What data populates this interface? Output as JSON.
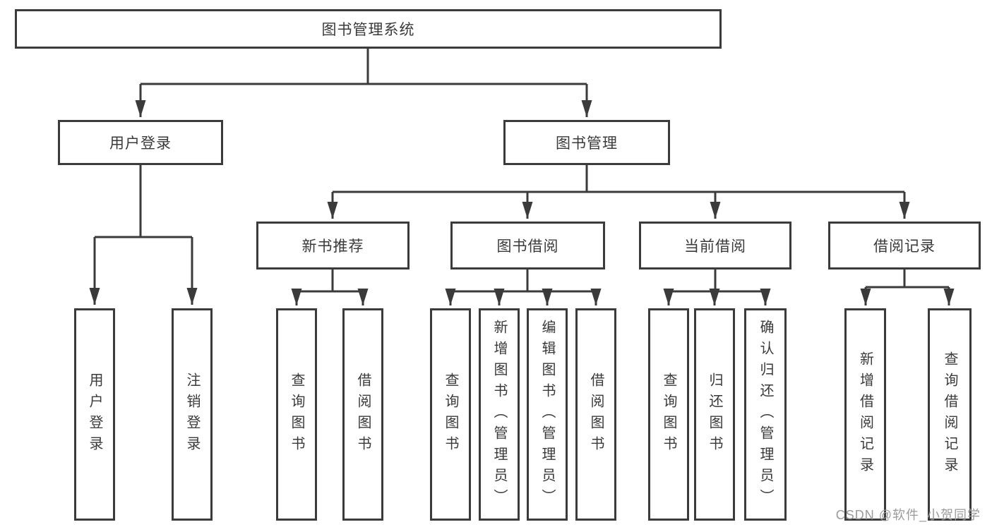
{
  "colors": {
    "line": "#3b3b3b",
    "box_border": "#3b3b3b",
    "text": "#3a3a3a",
    "background": "#ffffff",
    "watermark_text": "#9b9b9b"
  },
  "tree": {
    "label": "图书管理系统",
    "children": [
      {
        "label": "用户登录",
        "children": [
          {
            "label": "用户登录"
          },
          {
            "label": "注销登录"
          }
        ]
      },
      {
        "label": "图书管理",
        "children": [
          {
            "label": "新书推荐",
            "children": [
              {
                "label": "查询图书"
              },
              {
                "label": "借阅图书"
              }
            ]
          },
          {
            "label": "图书借阅",
            "children": [
              {
                "label": "查询图书"
              },
              {
                "label": "新增图书（管理员）"
              },
              {
                "label": "编辑图书（管理员）"
              },
              {
                "label": "借阅图书"
              }
            ]
          },
          {
            "label": "当前借阅",
            "children": [
              {
                "label": "查询图书"
              },
              {
                "label": "归还图书"
              },
              {
                "label": "确认归还（管理员）"
              }
            ]
          },
          {
            "label": "借阅记录",
            "children": [
              {
                "label": "新增借阅记录"
              },
              {
                "label": "查询借阅记录"
              }
            ]
          }
        ]
      }
    ]
  },
  "watermark": {
    "text": "CSDN @软件_小贺同学"
  }
}
